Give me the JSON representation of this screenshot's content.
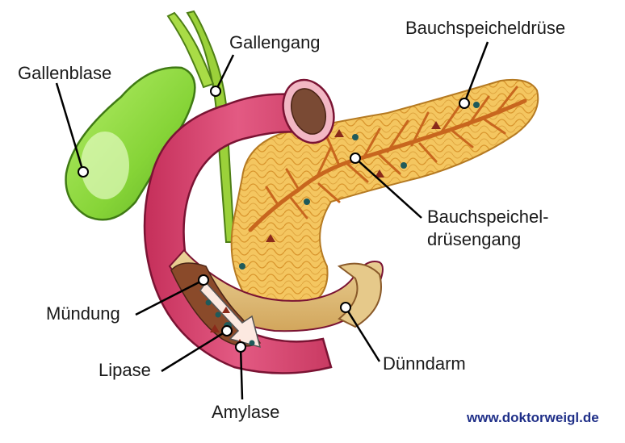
{
  "labels": {
    "gallbladder": "Gallenblase",
    "bile_duct": "Gallengang",
    "pancreas": "Bauchspeicheldrüse",
    "pancreatic_duct_line1": "Bauchspeichel-",
    "pancreatic_duct_line2": "drüsengang",
    "papilla": "Mündung",
    "lipase": "Lipase",
    "amylase": "Amylase",
    "small_intestine": "Dünndarm"
  },
  "website": "www.doktorweigl.de",
  "colors": {
    "gallbladder": "#8fd93a",
    "bile_duct": "#9acf33",
    "duodenum": "#d9416e",
    "pancreas": "#f2c355",
    "pancreatic_duct": "#c8661e",
    "intestine_inner": "#e3c27c",
    "mucosa": "#8a4a2a",
    "website": "#1f2f88"
  }
}
